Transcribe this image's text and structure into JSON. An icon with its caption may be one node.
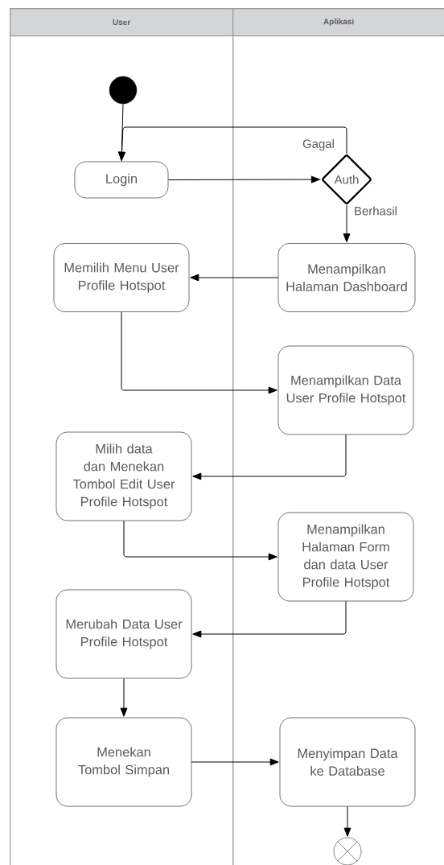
{
  "diagram": {
    "nodes": [
      {
        "text": [
          "User"
        ]
      },
      {
        "text": [
          "Aplikasi"
        ]
      },
      {
        "text": [],
        "shape": "circle",
        "in": 0
      },
      {
        "text": [
          "Login"
        ],
        "in": 0
      },
      {
        "text": [
          "Auth"
        ],
        "in": 1
      },
      {
        "text": [
          "Menampilkan Halaman Dashboard"
        ],
        "in": 1
      },
      {
        "text": [
          "Memilih Menu User Profile Hotspot"
        ],
        "in": 0
      },
      {
        "text": [
          "Menampilkan Data User Profile Hotspot"
        ],
        "in": 1
      },
      {
        "text": [
          "Milih data dan Menekan Tombol Edit User Profile Hotspot"
        ],
        "in": 0
      },
      {
        "text": [
          "Menampilkan Halaman Form dan data User Profile Hotspot"
        ],
        "in": 1
      },
      {
        "text": [
          "Merubah Data User Profile Hotspot"
        ],
        "in": 0
      },
      {
        "text": [
          "Menekan Tombol Simpan"
        ],
        "in": 0
      },
      {
        "text": [
          "Menyimpan Data ke Database"
        ],
        "in": 1
      },
      {
        "text": [],
        "shape": "circle",
        "in": 1
      }
    ],
    "edges": [
      {
        "from": 2,
        "to": 3,
        "arrow": "to"
      },
      {
        "from": 3,
        "to": 4,
        "arrow": "to"
      },
      {
        "from": 4,
        "to": 3,
        "arrow": "to",
        "label": "Gagal"
      },
      {
        "from": 4,
        "to": 5,
        "arrow": "to",
        "label": "Berhasil"
      },
      {
        "from": 5,
        "to": 6,
        "arrow": "to"
      },
      {
        "from": 6,
        "to": 7,
        "arrow": "to"
      },
      {
        "from": 7,
        "to": 8,
        "arrow": "to"
      },
      {
        "from": 8,
        "to": 9,
        "arrow": "to"
      },
      {
        "from": 9,
        "to": 10,
        "arrow": "to"
      },
      {
        "from": 10,
        "to": 11,
        "arrow": "to"
      },
      {
        "from": 11,
        "to": 12,
        "arrow": "to"
      },
      {
        "from": 12,
        "to": 13,
        "arrow": "to"
      }
    ]
  }
}
